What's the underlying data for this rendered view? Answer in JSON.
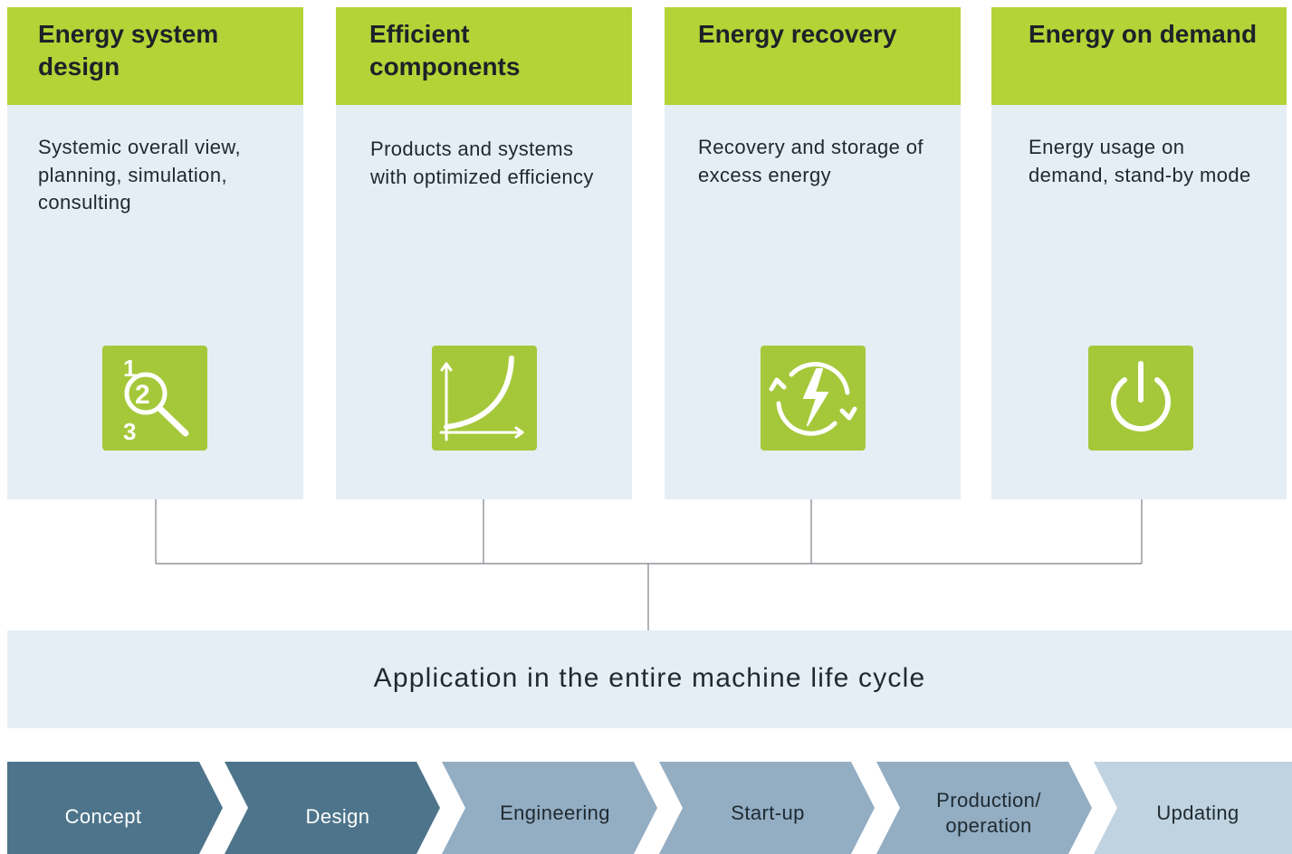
{
  "pillars": [
    {
      "title": "Energy system design",
      "text": "Systemic overall view, planning, simulation, consulting",
      "icon": "magnifier-steps-icon"
    },
    {
      "title": "Efficient components",
      "text": "Products and systems with optimized efficiency",
      "icon": "efficiency-curve-icon"
    },
    {
      "title": "Energy recovery",
      "text": "Recovery and storage of excess energy",
      "icon": "energy-recycle-icon"
    },
    {
      "title": "Energy on demand",
      "text": "Energy usage on demand, stand-by mode",
      "icon": "power-icon"
    }
  ],
  "icon_digits": {
    "one": "1",
    "two": "2",
    "three": "3"
  },
  "banner": {
    "text": "Application in the entire machine life cycle"
  },
  "phases": [
    {
      "label": "Concept"
    },
    {
      "label": "Design"
    },
    {
      "label": "Engineering"
    },
    {
      "label": "Start-up"
    },
    {
      "label": "Production/ operation"
    },
    {
      "label": "Updating"
    }
  ],
  "colors": {
    "header_green": "#b4d336",
    "icon_green": "#a5c83a",
    "card_bg": "#e5eef4",
    "phase_dark": "#4d748b",
    "phase_mid": "#93adc3",
    "phase_light": "#c0d3e0",
    "connector": "#8f9499"
  }
}
